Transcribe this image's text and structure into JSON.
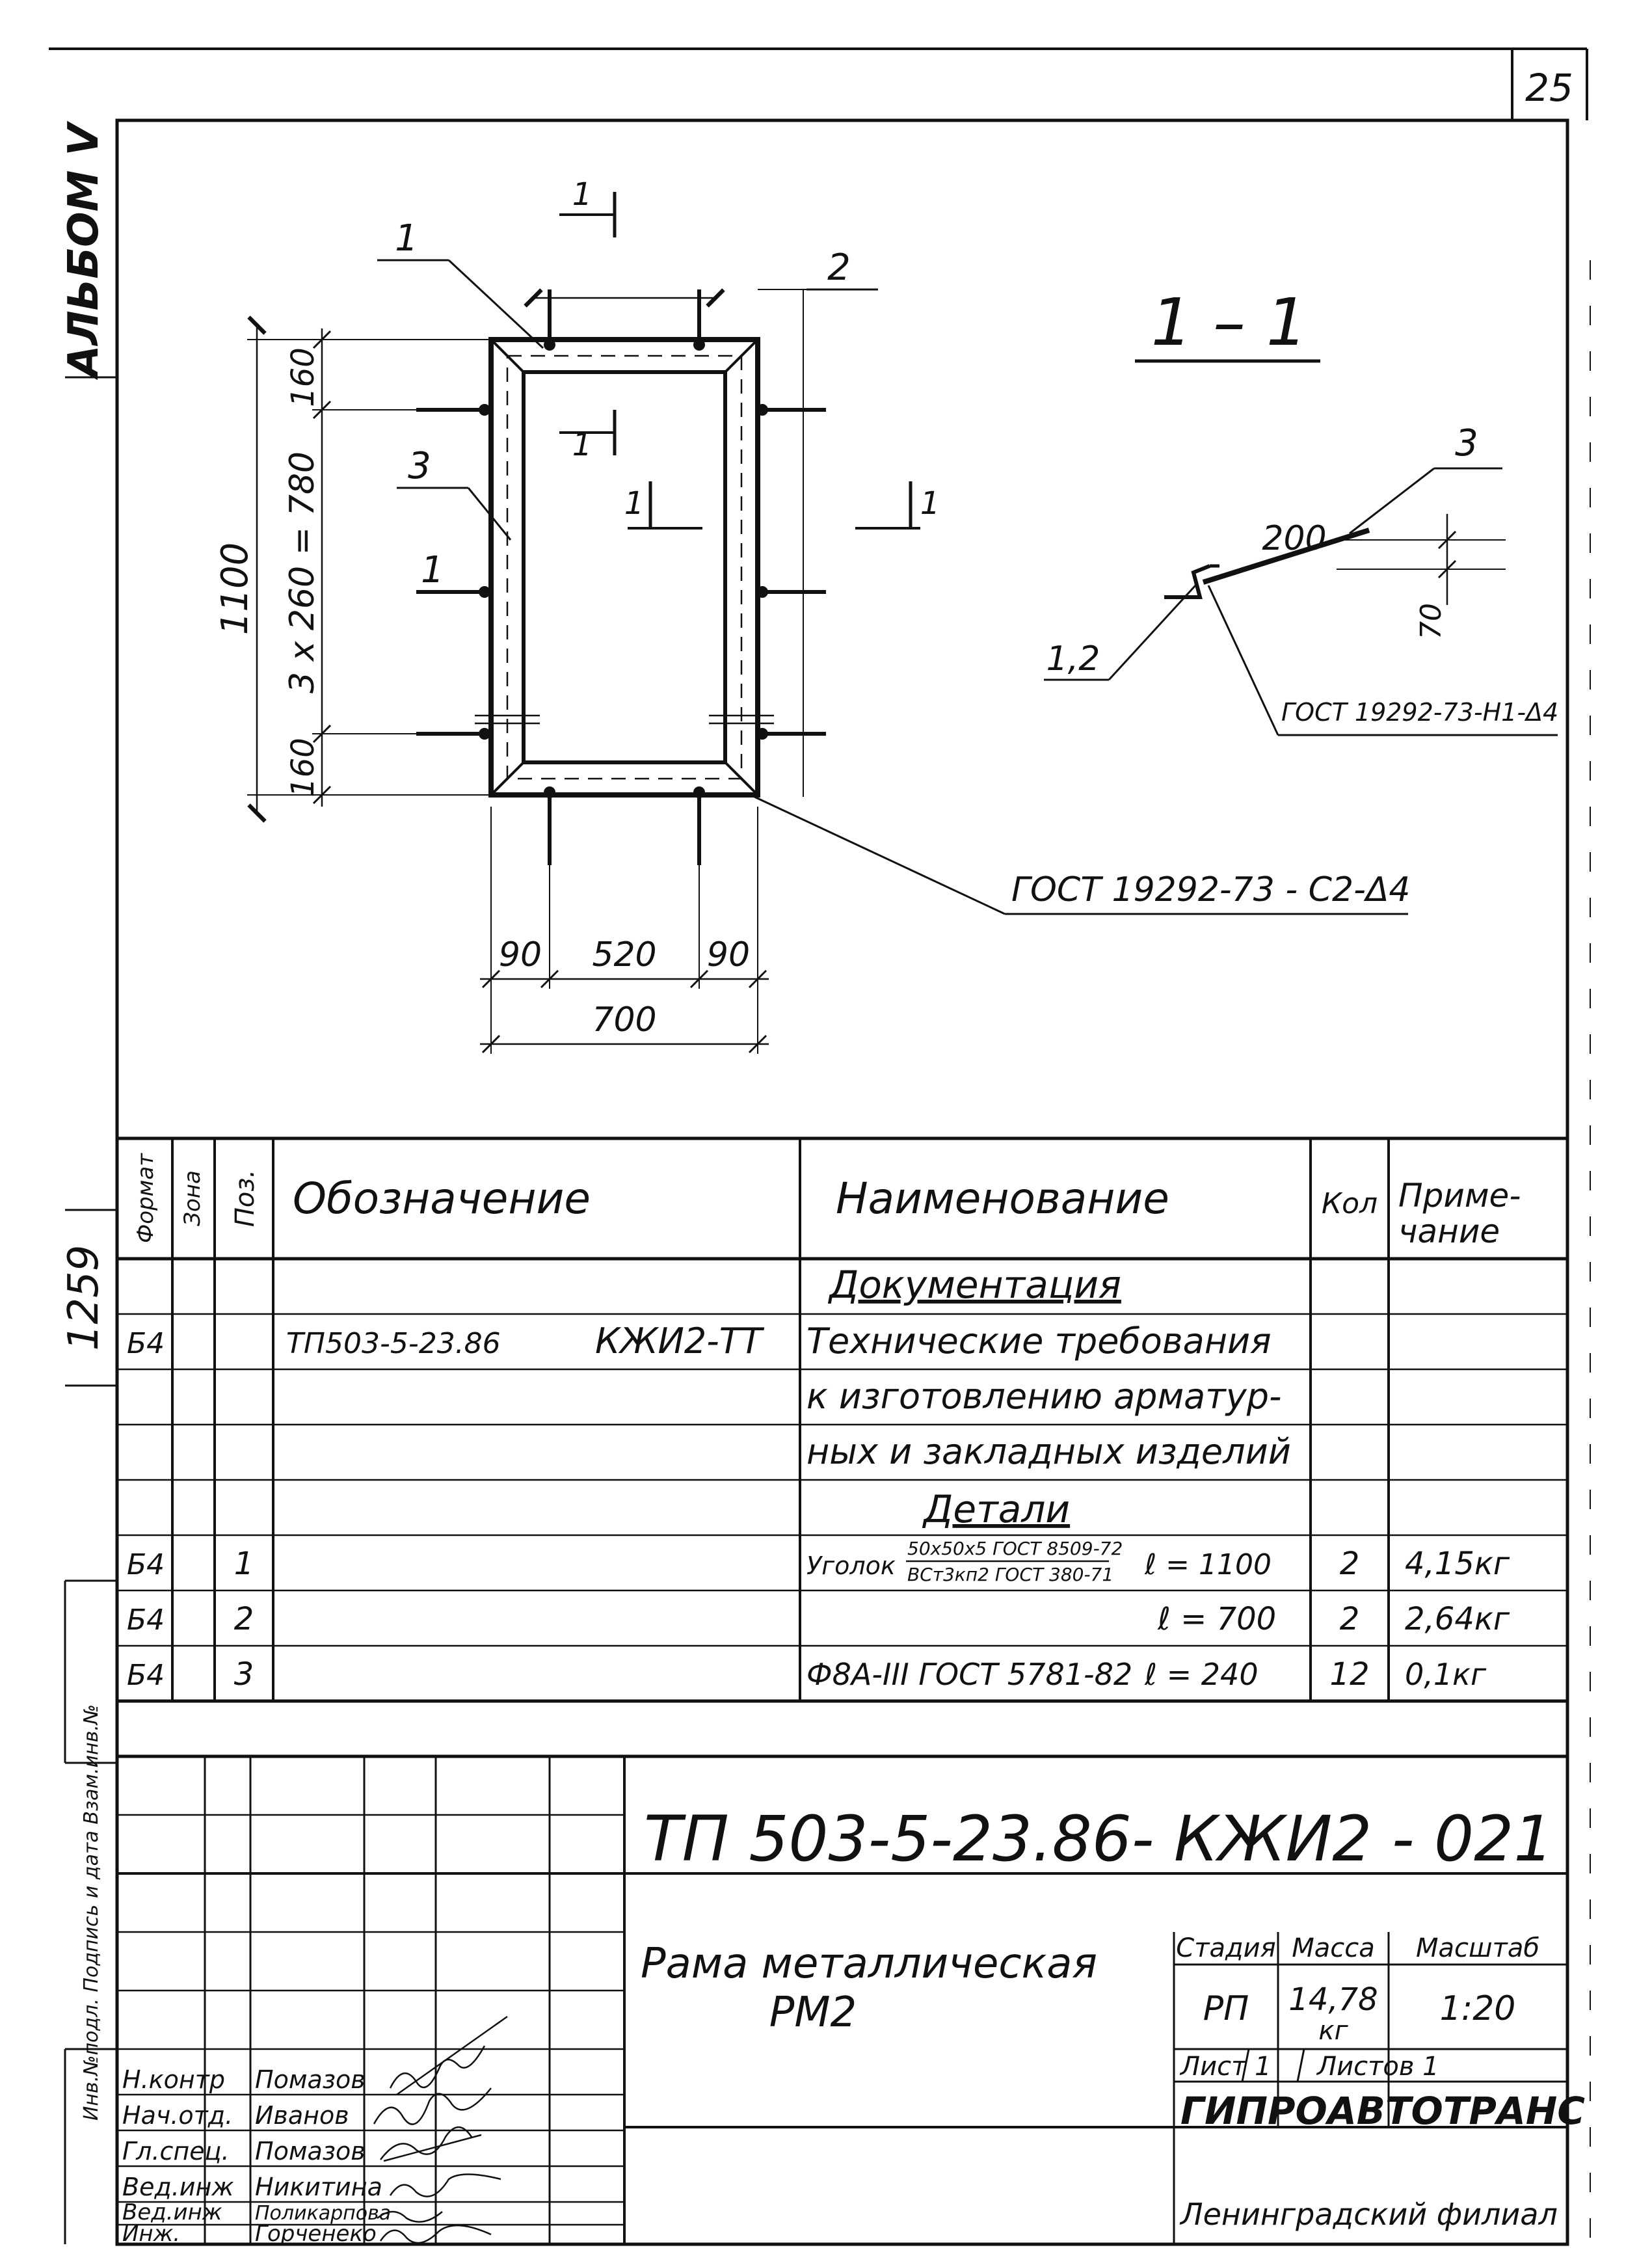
{
  "sheet": {
    "number": "25",
    "margin_album": "АЛЬБОМ V",
    "margin_inv": "1259",
    "margin_sign": "Инв.№подл.  Подпись и дата  Взам.инв.№"
  },
  "drawing": {
    "positions": [
      "1",
      "2",
      "3",
      "1",
      "1,2",
      "3"
    ],
    "section_marks": [
      "1",
      "1",
      "1",
      "1"
    ],
    "section_title": "1 – 1",
    "dims": {
      "total_height": "1100",
      "spacing": "3 x 260 = 780",
      "edge_top": "160",
      "edge_bottom": "160",
      "left_part": "90",
      "middle_part": "520",
      "right_part": "90",
      "total_width": "700",
      "bar_length": "200",
      "bar_offset": "70"
    },
    "weld_main": "ГОСТ 19292-73 - С2-Δ4",
    "weld_section": "ГОСТ 19292-73-Н1-Δ4"
  },
  "spec": {
    "headers": {
      "format": "Формат",
      "zone": "Зона",
      "pos": "Поз.",
      "designation": "Обозначение",
      "name": "Наименование",
      "qty": "Кол",
      "note1": "Приме-",
      "note2": "чание"
    },
    "section_docs": "Документация",
    "doc_row": {
      "format": "Б4",
      "code": "ТП503-5-23.86",
      "mark": "КЖИ2-ТТ",
      "name_lines": [
        "Технические требования",
        "к изготовлению арматур-",
        "ных и закладных изделий"
      ]
    },
    "section_parts": "Детали",
    "rows": [
      {
        "format": "Б4",
        "pos": "1",
        "name_prefix": "Уголок",
        "frac_top": "50x50x5 ГОСТ 8509-72",
        "frac_bottom": "ВСт3кп2 ГОСТ 380-71",
        "length": "ℓ = 1100",
        "qty": "2",
        "note": "4,15кг"
      },
      {
        "format": "Б4",
        "pos": "2",
        "name_prefix": "",
        "frac_top": "",
        "frac_bottom": "",
        "length": "ℓ = 700",
        "qty": "2",
        "note": "2,64кг"
      },
      {
        "format": "Б4",
        "pos": "3",
        "name_prefix": "Ф8А-III ГОСТ 5781-82",
        "frac_top": "",
        "frac_bottom": "",
        "length": "ℓ = 240",
        "qty": "12",
        "note": "0,1кг"
      }
    ]
  },
  "title_block": {
    "code": "ТП 503-5-23.86- КЖИ2 - 021",
    "title_line1": "Рама металлическая",
    "title_line2": "РМ2",
    "stage_label": "Стадия",
    "mass_label": "Масса",
    "scale_label": "Масштаб",
    "stage": "РП",
    "mass": "14,78",
    "mass_unit": "кг",
    "scale": "1:20",
    "sheet_label": "Лист  1",
    "sheets_label": "Листов  1",
    "org": "ГИПРОАВТОТРАНС",
    "branch": "Ленинградский филиал",
    "signers": [
      {
        "role": "Н.контр",
        "name": "Помазов"
      },
      {
        "role": "Нач.отд.",
        "name": "Иванов"
      },
      {
        "role": "Гл.спец.",
        "name": "Помазов"
      },
      {
        "role": "Вед.инж",
        "name": "Никитина"
      },
      {
        "role": "Вед.инж",
        "name": "Поликарпова"
      },
      {
        "role": "Инж.",
        "name": "Горченеко"
      }
    ]
  }
}
